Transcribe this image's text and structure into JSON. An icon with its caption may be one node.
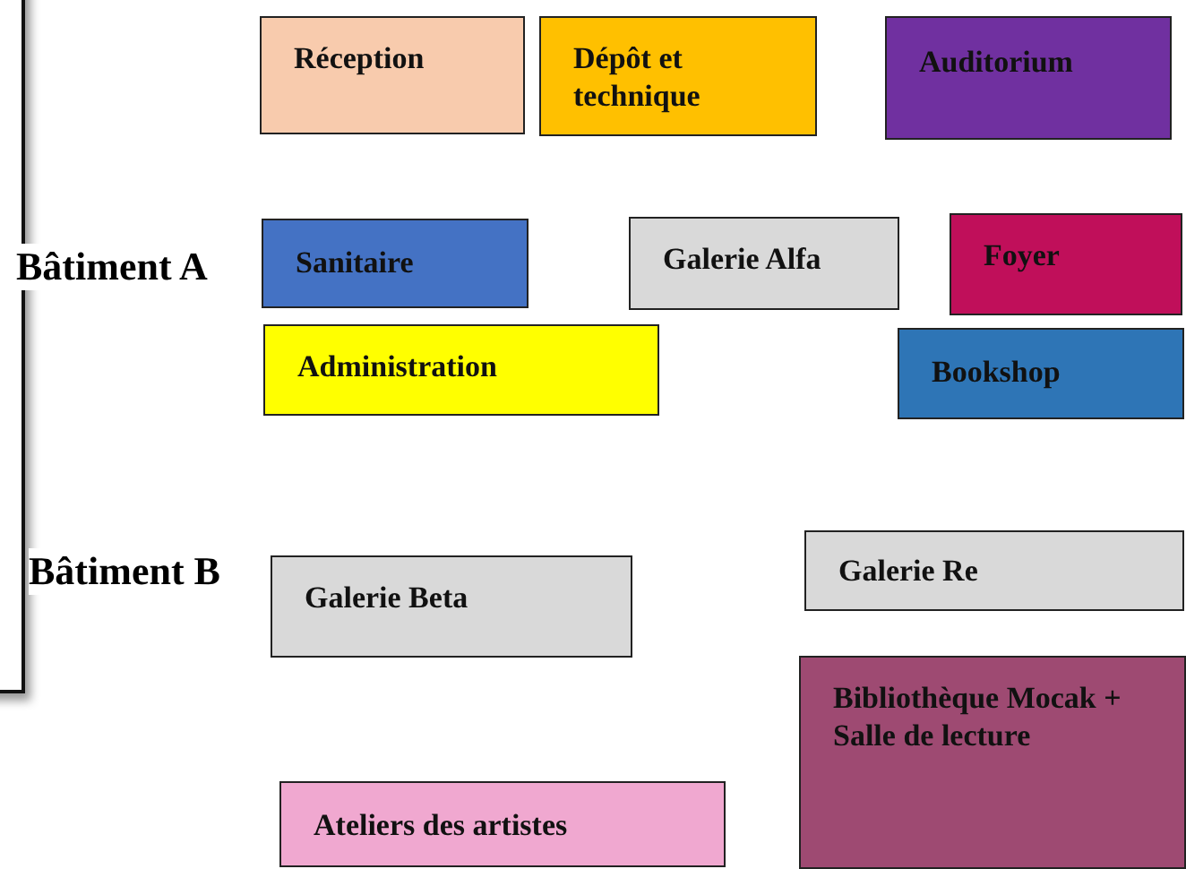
{
  "diagram": {
    "nodes": [
      {
        "text": [
          "Réception"
        ]
      },
      {
        "text": [
          "Dépôt et technique"
        ]
      },
      {
        "text": [
          "Auditorium"
        ]
      },
      {
        "text": [
          "Sanitaire"
        ]
      },
      {
        "text": [
          "Galerie Alfa"
        ]
      },
      {
        "text": [
          "Foyer"
        ]
      },
      {
        "text": [
          "Administration"
        ]
      },
      {
        "text": [
          "Bookshop"
        ]
      },
      {
        "text": [
          "Galerie Beta"
        ]
      },
      {
        "text": [
          "Galerie Re"
        ]
      },
      {
        "text": [
          "Bibliothèque Mocak + Salle de lecture"
        ]
      },
      {
        "text": [
          "Ateliers des artistes"
        ]
      }
    ],
    "edges": [],
    "labels": [
      "Bâtiment A",
      "Bâtiment B"
    ]
  }
}
